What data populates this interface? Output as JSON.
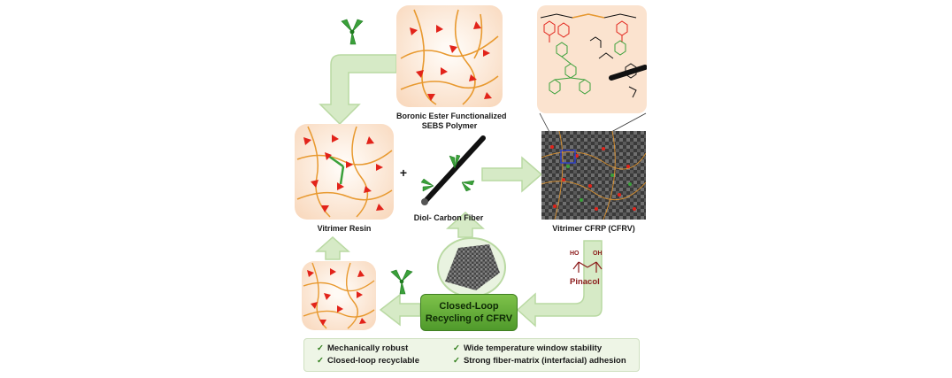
{
  "labels": {
    "polymer_line1": "Boronic Ester Functionalized",
    "polymer_line2": "SEBS Polymer",
    "vitrimer_resin": "Vitrimer Resin",
    "diol_fiber": "Diol- Carbon Fiber",
    "cfrv": "Vitrimer CFRP (CFRV)",
    "pinacol": "Pinacol",
    "ho1": "HO",
    "ho2": "OH",
    "plus": "+",
    "recycle_line1": "Closed-Loop",
    "recycle_line2": "Recycling of CFRV"
  },
  "properties": [
    "Mechanically robust",
    "Wide temperature window stability",
    "Closed-loop recyclable",
    "Strong fiber-matrix (interfacial) adhesion"
  ],
  "check_mark": "✓",
  "colors": {
    "arrow_fill": "#d6eac6",
    "arrow_stroke": "#b9d9a2",
    "panel_bg": "#fbe3cf",
    "chain": "#e8992f",
    "boronic": "#e2231a",
    "diol": "#3aa03a",
    "fiber": "#111111",
    "box_green": "#5ea834"
  }
}
